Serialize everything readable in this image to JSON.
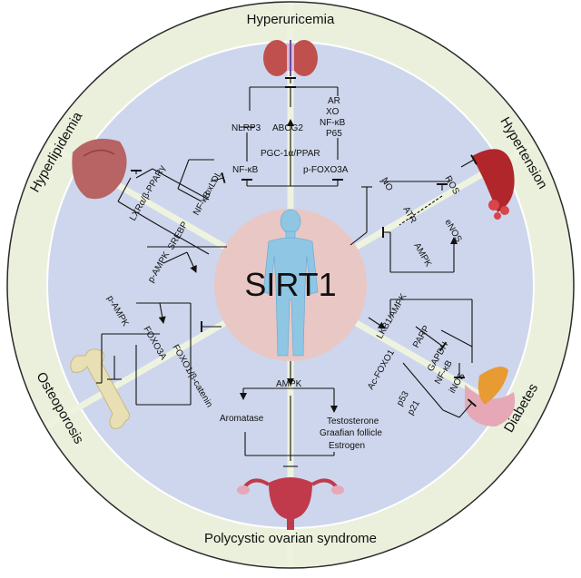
{
  "center": {
    "label": "SIRT1"
  },
  "sections": [
    {
      "id": "hyperuricemia",
      "title": "Hyperuricemia"
    },
    {
      "id": "hypertension",
      "title": "Hypertension"
    },
    {
      "id": "diabetes",
      "title": "Diabetes"
    },
    {
      "id": "pcos",
      "title": "Polycystic ovarian syndrome"
    },
    {
      "id": "osteoporosis",
      "title": "Osteoporosis"
    },
    {
      "id": "hyperlipidemia",
      "title": "Hyperlipidemia"
    }
  ],
  "hyperuricemia": {
    "nlrp3": "NLRP3",
    "abcg2": "ABCG2",
    "ar": "AR",
    "xo": "XO",
    "nfkb": "NF-κB",
    "p65": "P65",
    "pgc": "PGC-1α/PPAR",
    "nfkb_left": "NF-κB",
    "pfoxo": "p-FOXO3A"
  },
  "hypertension": {
    "no": "NO",
    "ros": "ROS",
    "atr": "ATR",
    "enos": "eNOS",
    "ampk": "AMPK"
  },
  "diabetes": {
    "lkb1": "LKB1/AMPK",
    "parp": "PARP",
    "gapdh": "GAPDH",
    "nfkb": "NF-κB",
    "inos": "iNOS",
    "acfoxo": "Ac-FOXO1",
    "p53": "p53",
    "p21": "p21"
  },
  "pcos": {
    "ampk": "AMPK",
    "aromatase": "Aromatase",
    "testosterone": "Testosterone",
    "graafian": "Graafian follicle",
    "estrogen": "Estrogen"
  },
  "osteoporosis": {
    "pampk": "p-AMPK",
    "foxo3a": "FOXO3A",
    "foxo1": "FOXO1/β-catenin"
  },
  "hyperlipidemia": {
    "lxr": "LXRα/β-PPARγ",
    "nfkb": "NF-κB",
    "oxldl": "oxLDL",
    "pampk": "p-AMPK",
    "srebp": "SREBP"
  },
  "colors": {
    "ring": "#eaf0dc",
    "inner": "#cdd6ec",
    "center": "#e9c7c5",
    "spokes": "#eef3df"
  }
}
